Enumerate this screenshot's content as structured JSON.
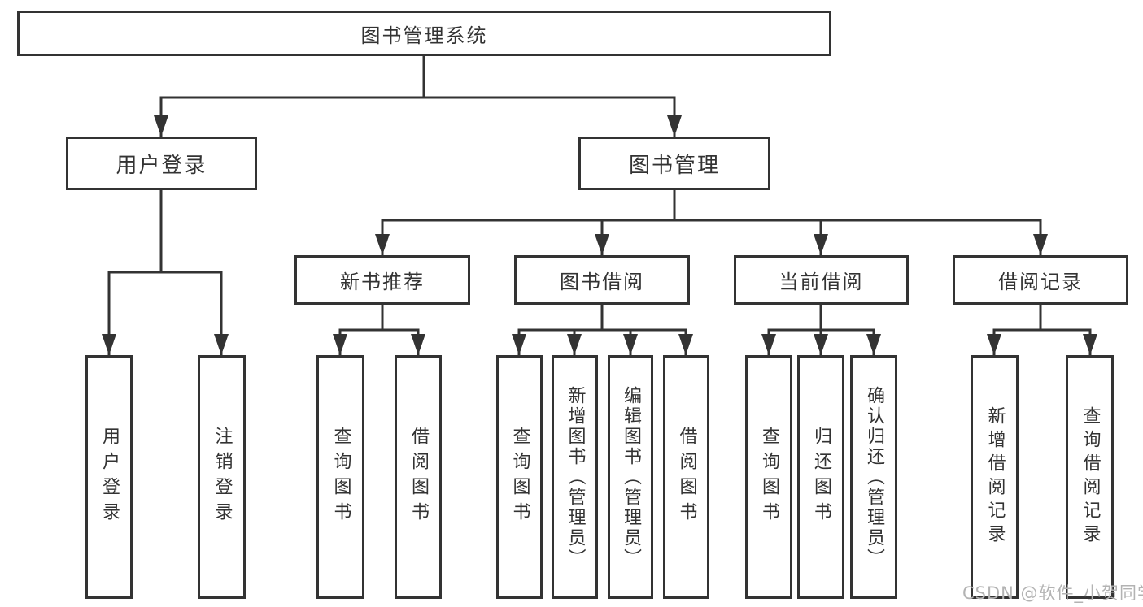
{
  "diagram": {
    "type": "hierarchy",
    "root": {
      "label": "图书管理系统"
    },
    "branches": [
      {
        "label": "用户登录",
        "leaves": [
          {
            "label": "用户登录"
          },
          {
            "label": "注销登录"
          }
        ]
      },
      {
        "label": "图书管理",
        "groups": [
          {
            "label": "新书推荐",
            "leaves": [
              {
                "label": "查询图书"
              },
              {
                "label": "借阅图书"
              }
            ]
          },
          {
            "label": "图书借阅",
            "leaves": [
              {
                "label": "查询图书"
              },
              {
                "label": "新增图书（管理员）"
              },
              {
                "label": "编辑图书（管理员）"
              },
              {
                "label": "借阅图书"
              }
            ]
          },
          {
            "label": "当前借阅",
            "leaves": [
              {
                "label": "查询图书"
              },
              {
                "label": "归还图书"
              },
              {
                "label": "确认归还（管理员）"
              }
            ]
          },
          {
            "label": "借阅记录",
            "leaves": [
              {
                "label": "新增借阅记录"
              },
              {
                "label": "查询借阅记录"
              }
            ]
          }
        ]
      }
    ]
  },
  "watermark": {
    "text": "CSDN @软件_小贺同学",
    "color": "#b3b3b3"
  },
  "colors": {
    "line": "#333333",
    "box_border": "#333333",
    "box_bg": "#ffffff",
    "text": "#333333"
  }
}
